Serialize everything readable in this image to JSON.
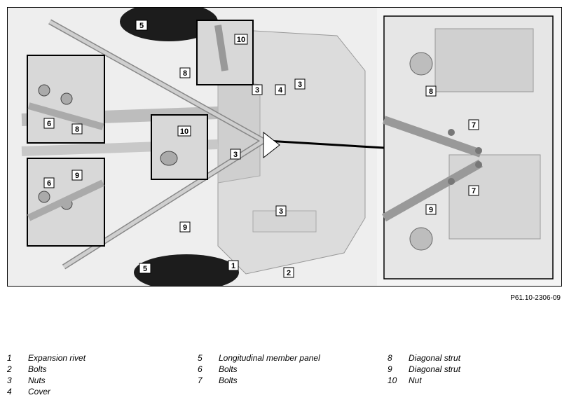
{
  "figure": {
    "id_label": "P61.10-2306-09",
    "callouts": {
      "c1": "1",
      "c2": "2",
      "c3": "3",
      "c4": "4",
      "c5": "5",
      "c6": "6",
      "c7": "7",
      "c8": "8",
      "c9": "9",
      "c10": "10"
    }
  },
  "legend": {
    "columns": [
      [
        {
          "num": "1",
          "text": "Expansion rivet"
        },
        {
          "num": "2",
          "text": "Bolts"
        },
        {
          "num": "3",
          "text": "Nuts"
        },
        {
          "num": "4",
          "text": "Cover"
        }
      ],
      [
        {
          "num": "5",
          "text": "Longitudinal member panel"
        },
        {
          "num": "6",
          "text": "Bolts"
        },
        {
          "num": "7",
          "text": "Bolts"
        }
      ],
      [
        {
          "num": "8",
          "text": "Diagonal strut"
        },
        {
          "num": "9",
          "text": "Diagonal strut"
        },
        {
          "num": "10",
          "text": "Nut"
        }
      ]
    ]
  }
}
